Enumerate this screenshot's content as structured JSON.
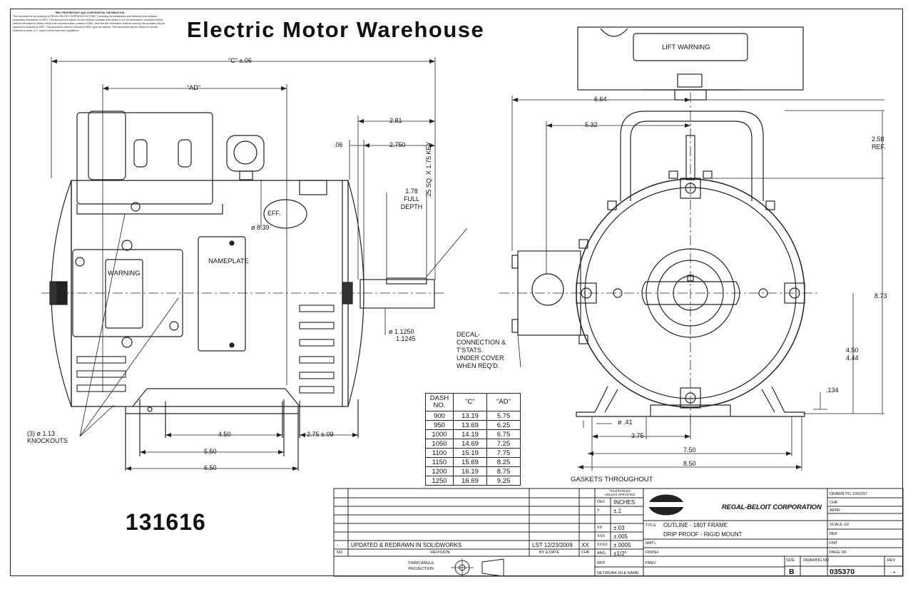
{
  "header": {
    "title": "Electric Motor Warehouse",
    "part_number": "131616",
    "proprietary_heading": "RBC PROPRIETARY AND CONFIDENTIAL INFORMATION",
    "proprietary_text": "This document is the property of REGAL BELOIT CORPORATION (\"RBC\") including its subsidiaries and divisions and contains proprietary information of RBC. This document is loaned on the express condition that neither it nor the information contained therein shall be disclosed to others without the express written consent of RBC, and that the information shall be used by the recipient only as approved expressly by RBC. This document shall be returned to RBC upon its request. This document may be subject to certain restrictions under U.S. export control laws and regulations."
  },
  "side_view": {
    "dim_c": "\"C\" ±.06",
    "dim_ad": "\"AD\"",
    "dim_281": "2.81",
    "dim_06": ".06",
    "dim_2750": "2.750",
    "key_label": ".25 SQ. X 1.75 KEY",
    "full_depth": [
      "1.78",
      "FULL",
      "DEPTH"
    ],
    "eff_label": "EFF.",
    "dia_839": "ø 8.39",
    "nameplate": "NAMEPLATE",
    "warning": "WARNING",
    "shaft_dia": [
      "ø 1.1250",
      "1.1245"
    ],
    "knockouts": [
      "(3) ø 1.13",
      "KNOCKOUTS"
    ],
    "dim_450": "4.50",
    "dim_275": "2.75 ±.09",
    "dim_550": "5.50",
    "dim_650": "6.50"
  },
  "end_view": {
    "lift_warning": "LIFT WARNING",
    "dim_664": "6.64",
    "dim_532": "5.32",
    "dim_258": [
      "2.58",
      "REF."
    ],
    "dim_873": "8.73",
    "dim_450_444": [
      "4.50",
      "4.44"
    ],
    "dim_134": ".134",
    "dim_041": "ø .41",
    "dim_375": "3.75",
    "dim_750": "7.50",
    "dim_850": "8.50",
    "decal": [
      "DECAL-",
      "CONNECTION &",
      "T'STATS.",
      "UNDER COVER",
      "WHEN REQ'D."
    ],
    "gaskets": "GASKETS THROUGHOUT"
  },
  "dash_table": {
    "headers": [
      "DASH NO.",
      "\"C\"",
      "\"AD\""
    ],
    "rows": [
      [
        "900",
        "13.19",
        "5.75"
      ],
      [
        "950",
        "13.69",
        "6.25"
      ],
      [
        "1000",
        "14.19",
        "6.75"
      ],
      [
        "1050",
        "14.69",
        "7.25"
      ],
      [
        "1100",
        "15.19",
        "7.75"
      ],
      [
        "1150",
        "15.69",
        "8.25"
      ],
      [
        "1200",
        "16.19",
        "8.75"
      ],
      [
        "1250",
        "16.69",
        "9.25"
      ]
    ]
  },
  "title_block": {
    "revision_row": {
      "no": "-",
      "revision": "UPDATED & REDRAWN IN SOLIDWORKS",
      "by_date": "LST   12/23/2009",
      "chk": "XX"
    },
    "headers": {
      "no": "NO",
      "revision": "REVISION",
      "by_date": "BY & DATE",
      "chk": "CHK"
    },
    "projection": [
      "THIRD ANGLE",
      "PROJECTION"
    ],
    "tolerances_heading": [
      "TOLERANCES",
      "UNLESS SPECIFIED"
    ],
    "tolerances": [
      {
        "label": "DEC",
        "value": "INCHES"
      },
      {
        "label": "X",
        "value": "±.1"
      },
      {
        "label": "XX",
        "value": "±.03"
      },
      {
        "label": "XXX",
        "value": "±.005"
      },
      {
        "label": "XXXX",
        "value": "±.0005"
      },
      {
        "label": "ANG",
        "value": "±1/2°"
      }
    ],
    "company": "REGAL-BELOIT CORPORATION",
    "title_label": "TITLE",
    "title_lines": [
      "OUTLINE - 180T FRAME",
      "DRIP PROOF - RIGID MOUNT"
    ],
    "matl": "MAT'L",
    "finish": "FINISH",
    "rev_label": "PREV",
    "rfp": "RFP",
    "network": "NETWORK FILE NAME",
    "drawn": "DRAWN   PG 10/02/97",
    "chk": "CHK",
    "appr": "APPR",
    "scale": "SCALE   1/2",
    "ref": "REF",
    "fmt": "FMT",
    "page": "PAGE       OF",
    "size_label": "SIZE",
    "size": "B",
    "drawing_no_label": "DRAWING NO",
    "drawing_no": "035370",
    "rev_col_label": "REV",
    "rev": "-"
  },
  "colors": {
    "line": "#222222",
    "background": "#ffffff"
  }
}
